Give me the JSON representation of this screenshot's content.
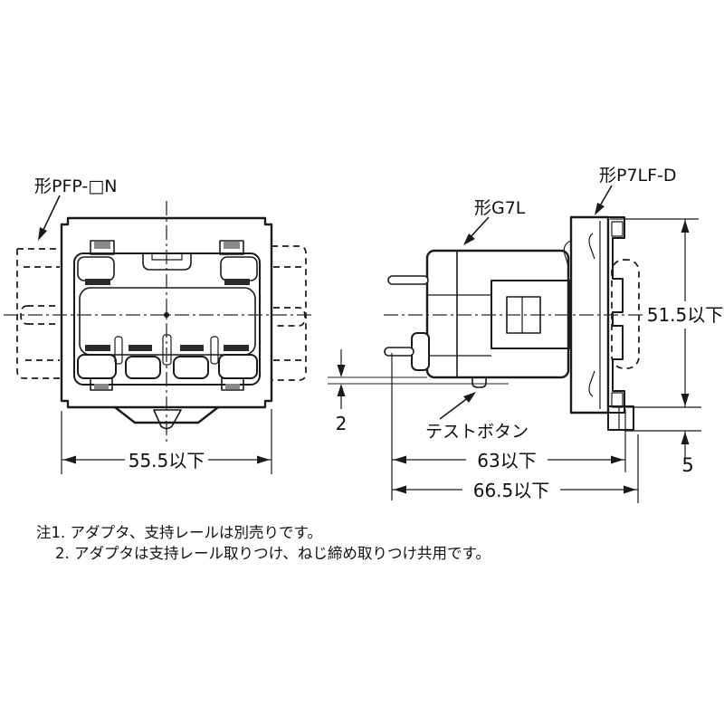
{
  "drawing": {
    "part_labels": {
      "rail": "形PFP-□N",
      "relay": "形G7L",
      "socket": "形P7LF-D",
      "test_button": "テストボタン"
    },
    "dimensions": {
      "front_width": "55.5以下",
      "side_height": "51.5以下",
      "side_depth_relay": "63以下",
      "side_depth_total": "66.5以下",
      "rail_gap": "2",
      "bottom_offset": "5"
    },
    "notes": [
      "注1. アダプタ、支持レールは別売りです。",
      "2. アダプタは支持レール取りつけ、ねじ締め取りつけ共用です。"
    ],
    "colors": {
      "line": "#1a1a1a",
      "gray_line": "#8f8f8f",
      "background": "#ffffff"
    }
  }
}
